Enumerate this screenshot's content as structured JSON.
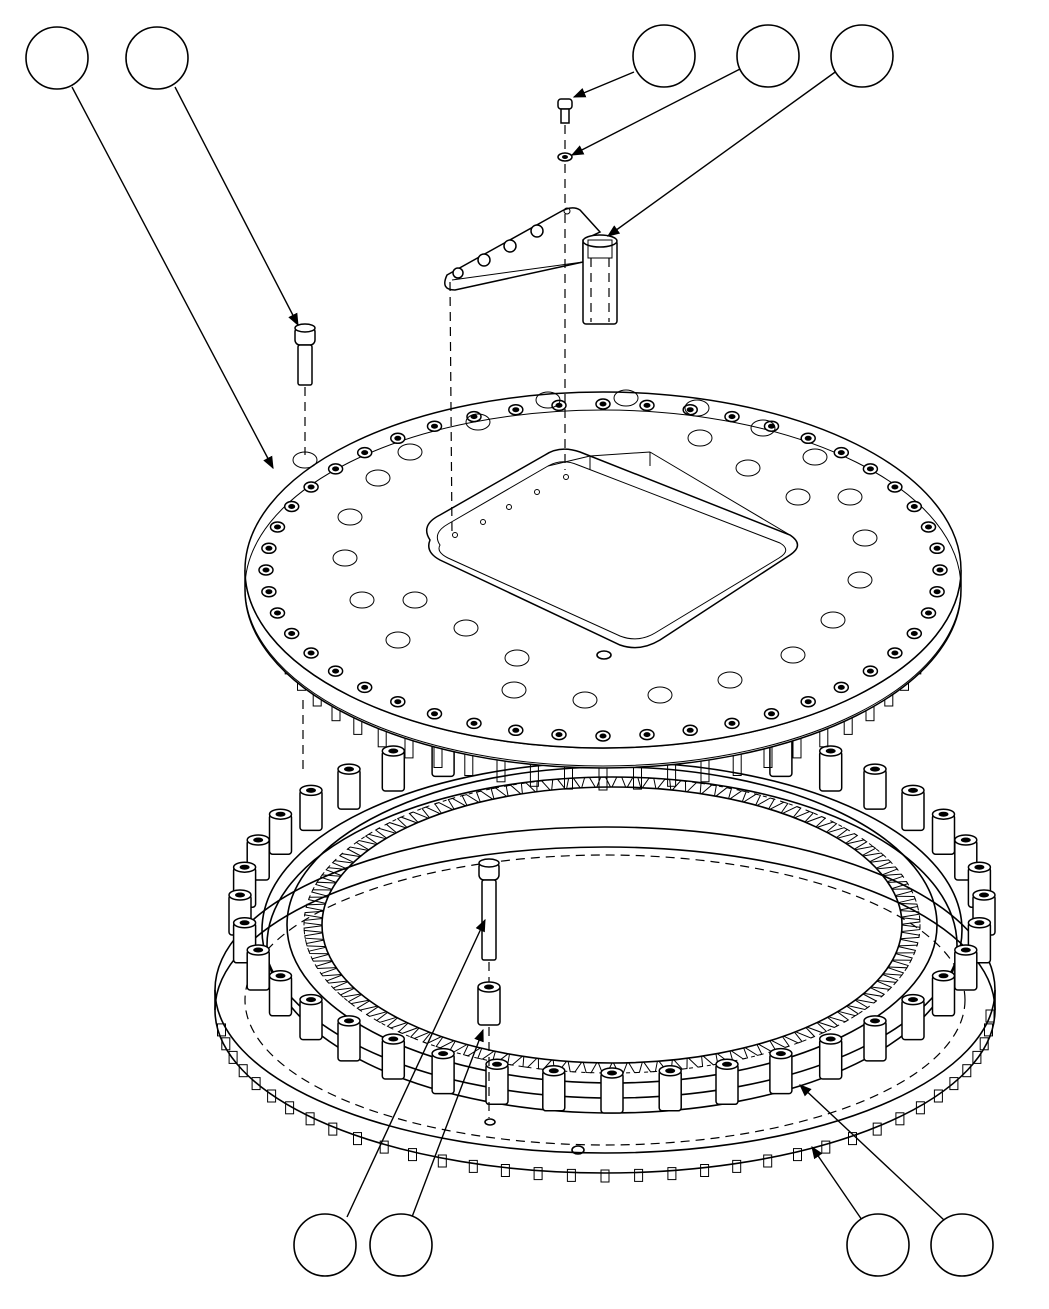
{
  "drawing": {
    "type": "exploded-assembly-view",
    "line_color": "#000000",
    "background": "#ffffff",
    "item_balloons": [
      {
        "id": "balloon-top-1",
        "text": ""
      },
      {
        "id": "balloon-top-2",
        "text": ""
      },
      {
        "id": "balloon-top-3",
        "text": ""
      },
      {
        "id": "balloon-top-4",
        "text": ""
      },
      {
        "id": "balloon-top-5",
        "text": ""
      },
      {
        "id": "balloon-bottom-1",
        "text": ""
      },
      {
        "id": "balloon-bottom-2",
        "text": ""
      },
      {
        "id": "balloon-bottom-3",
        "text": ""
      },
      {
        "id": "balloon-bottom-4",
        "text": ""
      }
    ]
  }
}
